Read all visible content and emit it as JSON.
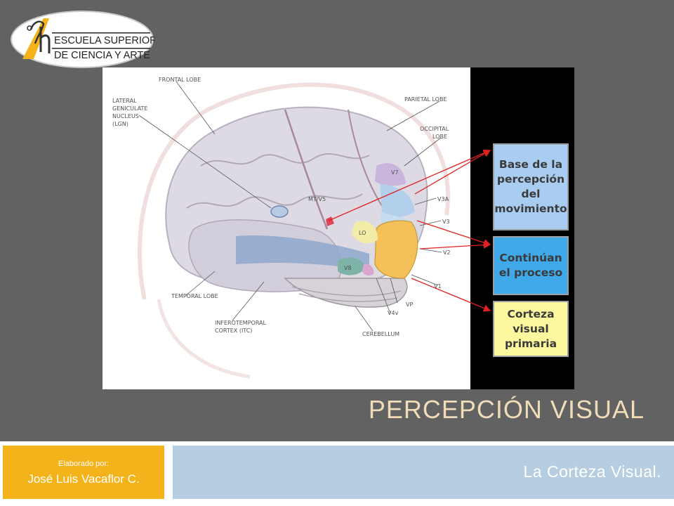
{
  "logo": {
    "line1": "ESCUELA SUPERIOR",
    "line2": "DE CIENCIA Y ARTE"
  },
  "diagram": {
    "labels": {
      "frontal": "FRONTAL LOBE",
      "lgn_1": "LATERAL",
      "lgn_2": "GENICULATE",
      "lgn_3": "NUCLEUS",
      "lgn_4": "(LGN)",
      "parietal": "PARIETAL LOBE",
      "occipital_1": "OCCIPITAL",
      "occipital_2": "LOBE",
      "v7": "V7",
      "v3a": "V3A",
      "v3": "V3",
      "v2": "V2",
      "v1": "V1",
      "mt": "MT/V5",
      "lo": "LO",
      "v8": "V8",
      "vp": "VP",
      "v4v": "V4v",
      "temporal": "TEMPORAL LOBE",
      "itc_1": "INFEROTEMPORAL",
      "itc_2": "CORTEX (ITC)",
      "cerebellum": "CEREBELLUM"
    },
    "callouts": {
      "movement": "Base de la\npercepción\ndel\nmovimiento",
      "process": "Continúan\nel proceso",
      "primary": "Corteza\nvisual\nprimaria"
    },
    "colors": {
      "movement": "#a9cdf0",
      "process": "#3fa9e9",
      "primary": "#fdf79d",
      "arrow": "#e02020"
    }
  },
  "title": "PERCEPCIÓN VISUAL",
  "author": {
    "caption": "Elaborado por:",
    "name": "José Luis Vacaflor C."
  },
  "subtitle": "La Corteza Visual."
}
